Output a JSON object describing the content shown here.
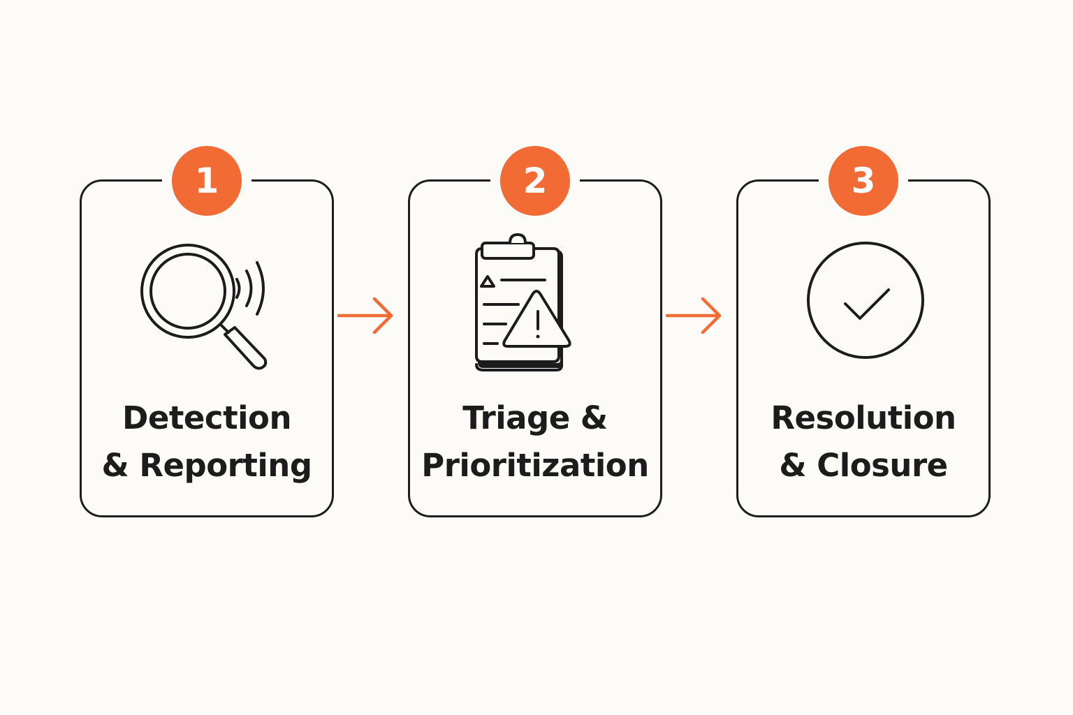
{
  "colors": {
    "accent": "#f26b35",
    "stroke": "#1c1c1c",
    "background": "#fcfbf7"
  },
  "steps": [
    {
      "number": "1",
      "icon": "magnifier-signal-icon",
      "label_line1": "Detection",
      "label_line2": "& Reporting"
    },
    {
      "number": "2",
      "icon": "clipboard-warning-icon",
      "label_line1": "Triage &",
      "label_line2": "Prioritization"
    },
    {
      "number": "3",
      "icon": "check-circle-icon",
      "label_line1": "Resolution",
      "label_line2": "& Closure"
    }
  ]
}
